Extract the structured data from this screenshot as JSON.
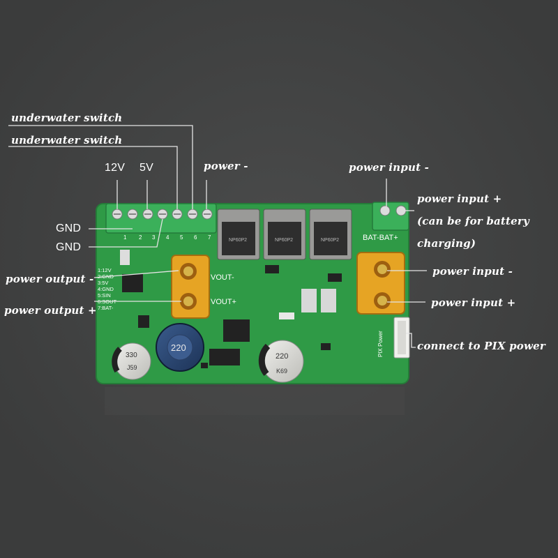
{
  "labels": {
    "underwater_switch_1": "underwater switch",
    "underwater_switch_2": "underwater switch",
    "v12": "12V",
    "v5": "5V",
    "power_minus_top": "power -",
    "power_input_minus_top": "power input -",
    "power_input_plus_top": "power input +",
    "battery_note_1": "(can be for battery",
    "battery_note_2": "charging)",
    "gnd_1": "GND",
    "gnd_2": "GND",
    "power_output_minus": "power output -",
    "power_output_plus": "power output +",
    "power_input_minus_right": "power input -",
    "power_input_plus_right": "power input +",
    "pix_power": "connect to PIX power"
  },
  "board_text": {
    "vout_minus": "VOUT-",
    "vout_plus": "VOUT+",
    "bat_terms": "BAT-BAT+",
    "pix_power": "PIX Power",
    "pin_list": [
      "1:12V",
      "2:GND",
      "3:5V",
      "4:GND",
      "5:SIN",
      "6:SOUT",
      "7:BAT-"
    ],
    "pin_numbers": [
      "1",
      "2",
      "3",
      "4",
      "5",
      "6",
      "7"
    ],
    "cap_left": "330",
    "cap_left_2": "J59",
    "cap_mid": "220",
    "cap_right": "220",
    "cap_right_2": "K69",
    "mosfet_mark": "NP60P2"
  },
  "colors": {
    "background": "#3f4040",
    "pcb": "#2f9a46",
    "terminal": "#3bb05a",
    "xt60": "#e6a424"
  }
}
